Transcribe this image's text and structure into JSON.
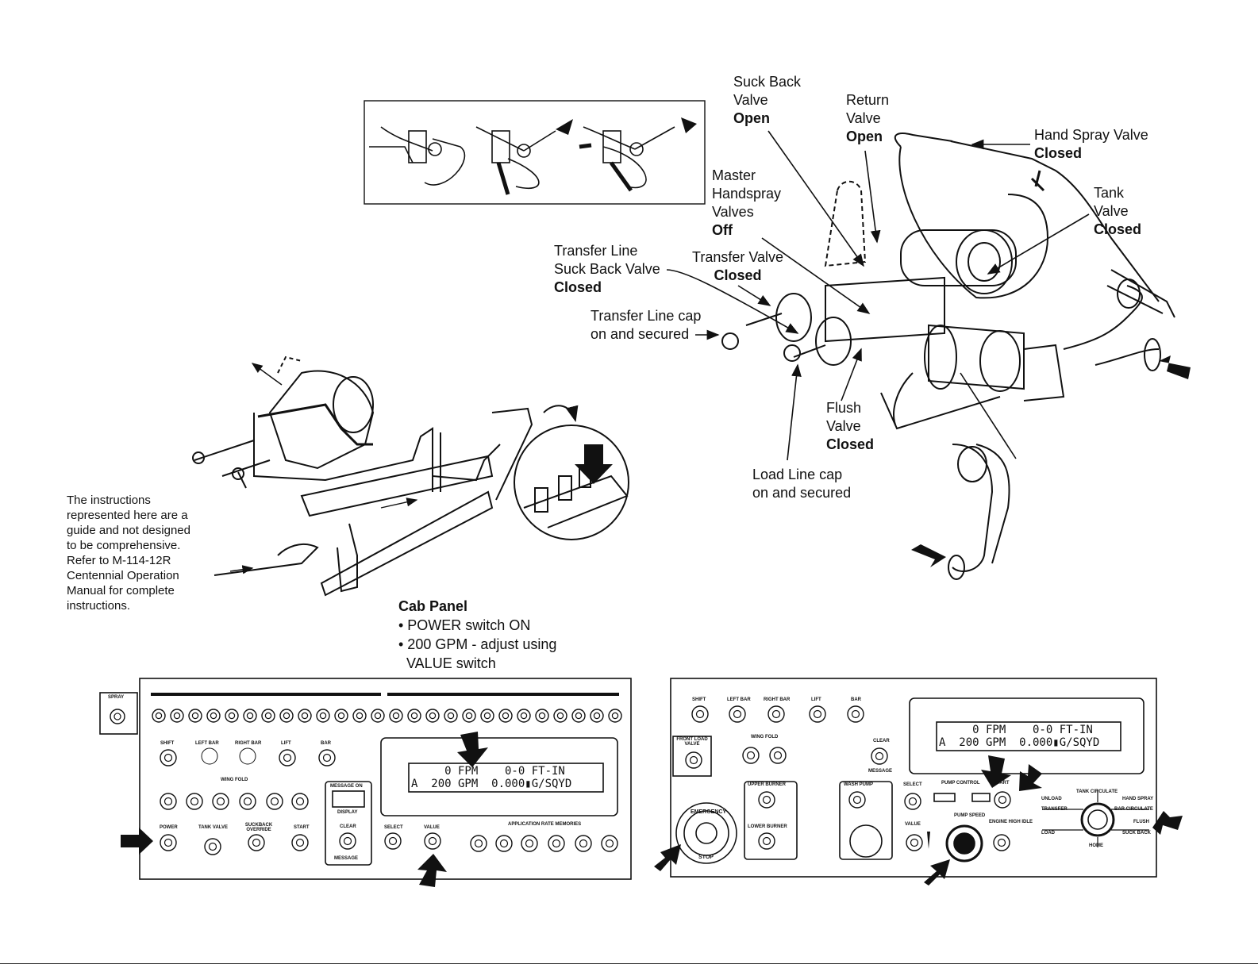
{
  "labels": {
    "suck_back": {
      "line1": "Suck Back",
      "line2": "Valve",
      "state": "Open"
    },
    "return_valve": {
      "line1": "Return",
      "line2": "Valve",
      "state": "Open"
    },
    "hand_spray": {
      "line1": "Hand Spray Valve",
      "state": "Closed"
    },
    "tank_valve": {
      "line1": "Tank",
      "line2": "Valve",
      "state": "Closed"
    },
    "master_handspray": {
      "line1": "Master",
      "line2": "Handspray",
      "line3": "Valves",
      "state": "Off"
    },
    "transfer_line_suck_back": {
      "line1": "Transfer Line",
      "line2": "Suck Back Valve",
      "state": "Closed"
    },
    "transfer_valve": {
      "line1": "Transfer Valve",
      "state": "Closed"
    },
    "transfer_line_cap": {
      "line1": "Transfer Line cap",
      "line2": "on and secured"
    },
    "flush_valve": {
      "line1": "Flush",
      "line2": "Valve",
      "state": "Closed"
    },
    "load_line_cap": {
      "line1": "Load Line cap",
      "line2": "on and secured"
    }
  },
  "note": "The instructions represented here are a guide and not designed to be comprehensive. Refer to M-114-12R Centennial Operation Manual for complete instructions.",
  "cab_panel": {
    "title": "Cab Panel",
    "items": [
      "• POWER switch ON",
      "• 200 GPM - adjust using",
      "  VALUE switch"
    ]
  },
  "left_panel": {
    "spray_label": "SPRAY",
    "lcd_line1": "     0 FPM    0-0 FT-IN",
    "lcd_line2": "A  200 GPM  0.000▮G/SQYD",
    "labels": [
      "SHIFT",
      "LEFT BAR",
      "RIGHT BAR",
      "LIFT",
      "BAR",
      "POWER",
      "TANK VALVE",
      "SUCKBACK OVERRIDE",
      "START",
      "MESSAGE ON",
      "DISPLAY",
      "CLEAR",
      "MESSAGE",
      "SELECT",
      "VALUE",
      "APPLICATION RATE MEMORIES",
      "WING FOLD"
    ]
  },
  "right_panel": {
    "lcd_line1": "     0 FPM    0-0 FT-IN",
    "lcd_line2": "A  200 GPM  0.000▮G/SQYD",
    "labels": [
      "SHIFT",
      "LEFT BAR",
      "RIGHT BAR",
      "LIFT",
      "BAR",
      "FRONT LOAD VALVE",
      "CLEAR",
      "MESSAGE",
      "UPPER BURNER",
      "LOWER BURNER",
      "WASH PUMP",
      "SELECT",
      "VALUE",
      "PUMP CONTROL",
      "START",
      "PUMP SPEED",
      "ENGINE HIGH IDLE",
      "WING FOLD",
      "EMERGENCY",
      "STOP"
    ],
    "selector": [
      "UNLOAD",
      "TANK CIRCULATE",
      "HAND SPRAY",
      "TRANSFER",
      "BAR CIRCULATE",
      "FLUSH",
      "LOAD",
      "SUCK BACK",
      "HOME"
    ]
  }
}
